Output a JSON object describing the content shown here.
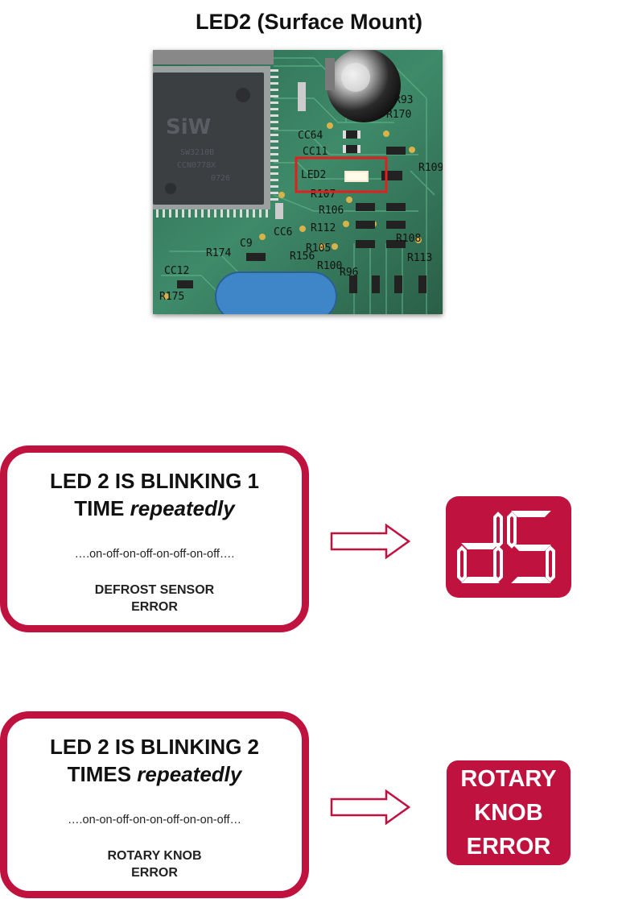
{
  "title": "LED2 (Surface Mount)",
  "photo": {
    "chip_brand": "SiW",
    "chip_lines": [
      "SW3210B",
      "CCN0778X",
      "0726"
    ],
    "silkscreen": [
      "CC64",
      "CC11",
      "LED2",
      "R107",
      "R106",
      "R112",
      "R105",
      "R108",
      "R113",
      "R109",
      "R93",
      "R170",
      "R174",
      "R175",
      "R156",
      "R96",
      "R100",
      "CC12",
      "CC6",
      "C9"
    ],
    "highlight_color": "#e0201e"
  },
  "cards": [
    {
      "headline_line1": "LED 2 IS BLINKING 1",
      "headline_line2_bold": "TIME ",
      "headline_line2_italic": "repeatedly",
      "pattern": "….on-off-on-off-on-off-on-off….",
      "error_line1": "DEFROST SENSOR",
      "error_line2": "ERROR"
    },
    {
      "headline_line1": "LED 2 IS BLINKING 2",
      "headline_line2_bold": "TIMES ",
      "headline_line2_italic": "repeatedly",
      "pattern": "….on-on-off-on-on-off-on-on-off…",
      "error_line1": "ROTARY KNOB",
      "error_line2": "ERROR"
    }
  ],
  "display_code": "d5",
  "display_error": [
    "ROTARY",
    "KNOB",
    "ERROR"
  ],
  "colors": {
    "accent": "#c0123f",
    "card_border": "#c0123f",
    "display_bg": "#c0123f"
  }
}
